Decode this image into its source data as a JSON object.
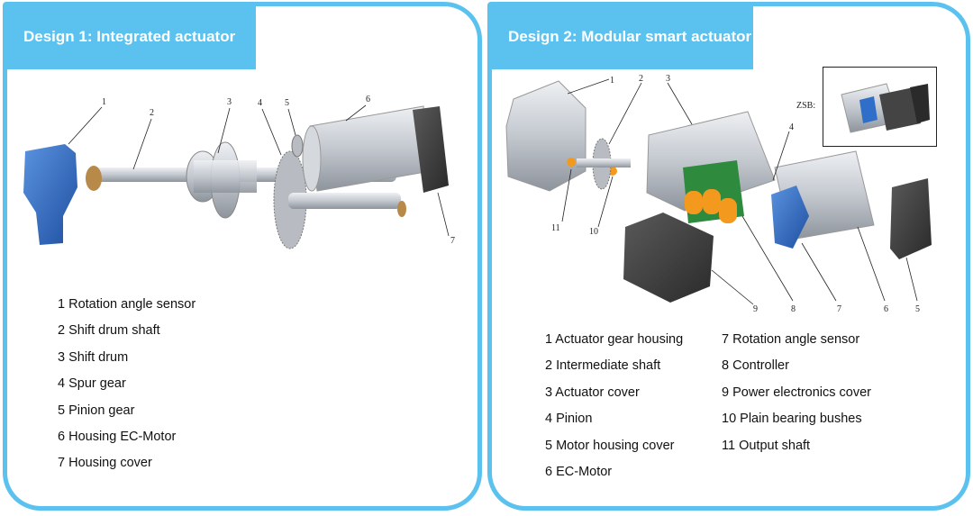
{
  "panel1": {
    "title": "Design 1: Integrated actuator",
    "callouts": [
      "1",
      "2",
      "3",
      "4",
      "5",
      "6",
      "7"
    ],
    "legend": [
      "1 Rotation angle sensor",
      "2 Shift drum shaft",
      "3 Shift drum",
      "4 Spur gear",
      "5 Pinion gear",
      "6 Housing EC-Motor",
      "7 Housing cover"
    ]
  },
  "panel2": {
    "title": "Design 2: Modular smart actuator",
    "callouts": [
      "1",
      "2",
      "3",
      "4",
      "11",
      "10",
      "9",
      "8",
      "7",
      "6",
      "5"
    ],
    "inset_label": "ZSB:",
    "legend_left": [
      "1 Actuator gear housing",
      "2 Intermediate shaft",
      "3 Actuator cover",
      "4 Pinion",
      "5 Motor housing cover",
      "6 EC-Motor"
    ],
    "legend_right": [
      "7 Rotation angle sensor",
      "8 Controller",
      "9 Power electronics cover",
      "10 Plain bearing bushes",
      "11 Output shaft"
    ]
  },
  "colors": {
    "frame": "#5bc2ef",
    "sensor_blue": "#2f6fc9",
    "metal": "#c8ccd2",
    "pcb_green": "#2e8b3e",
    "capacitor_orange": "#f39a1e",
    "dark_cover": "#3d3d3d"
  }
}
